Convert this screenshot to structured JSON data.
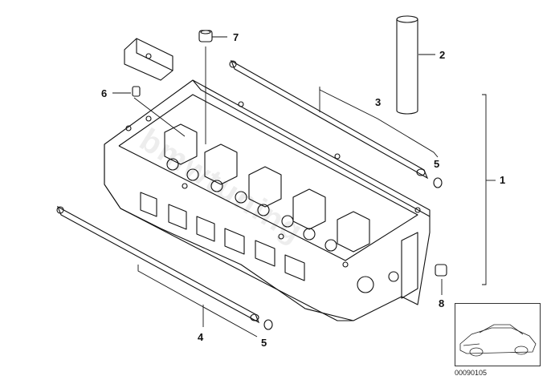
{
  "callouts": {
    "c1": "1",
    "c2": "2",
    "c3": "3",
    "c4": "4",
    "c5a": "5",
    "c5b": "5",
    "c6": "6",
    "c7": "7",
    "c8": "8"
  },
  "reference_code": "00090105",
  "watermark": "bmwtuning",
  "colors": {
    "line": "#111111",
    "background": "#ffffff"
  },
  "thumbnail_icon": "car-icon"
}
